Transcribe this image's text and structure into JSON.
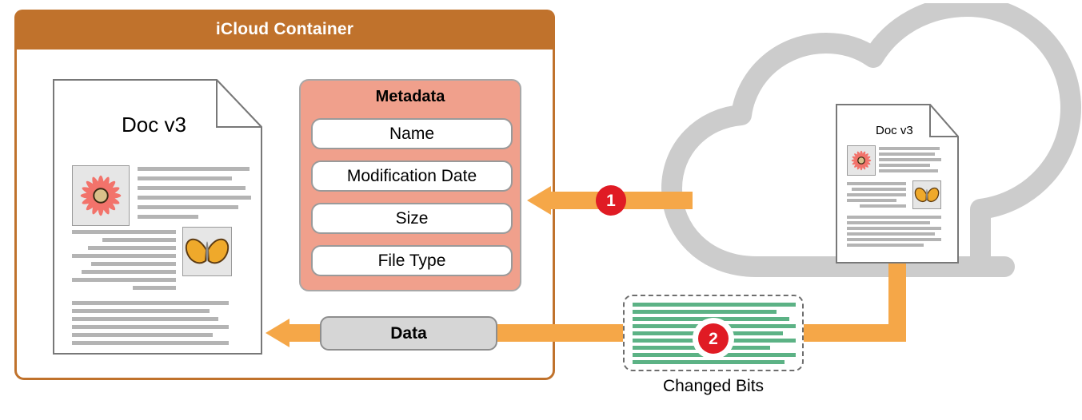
{
  "container": {
    "title": "iCloud Container",
    "header_color": "#c0722c",
    "border_color": "#c0722c"
  },
  "local_document": {
    "title": "Doc v3",
    "images": [
      "flower-image",
      "butterfly-image"
    ]
  },
  "cloud_document": {
    "title": "Doc v3",
    "images": [
      "flower-image",
      "butterfly-image"
    ]
  },
  "metadata": {
    "title": "Metadata",
    "panel_color": "#f0a08c",
    "rows": [
      {
        "label": "Name"
      },
      {
        "label": "Modification Date"
      },
      {
        "label": "Size"
      },
      {
        "label": "File Type"
      }
    ]
  },
  "data_pill": {
    "label": "Data",
    "fill_color": "#d6d6d6"
  },
  "changed_bits": {
    "label": "Changed Bits",
    "line_color": "#5cb285",
    "border_style": "dashed"
  },
  "steps": [
    {
      "number": "1",
      "color": "#e01b24"
    },
    {
      "number": "2",
      "color": "#e01b24"
    }
  ],
  "connectors": {
    "arrow_color": "#f5a748"
  },
  "cloud": {
    "stroke_color": "#cccccc"
  }
}
